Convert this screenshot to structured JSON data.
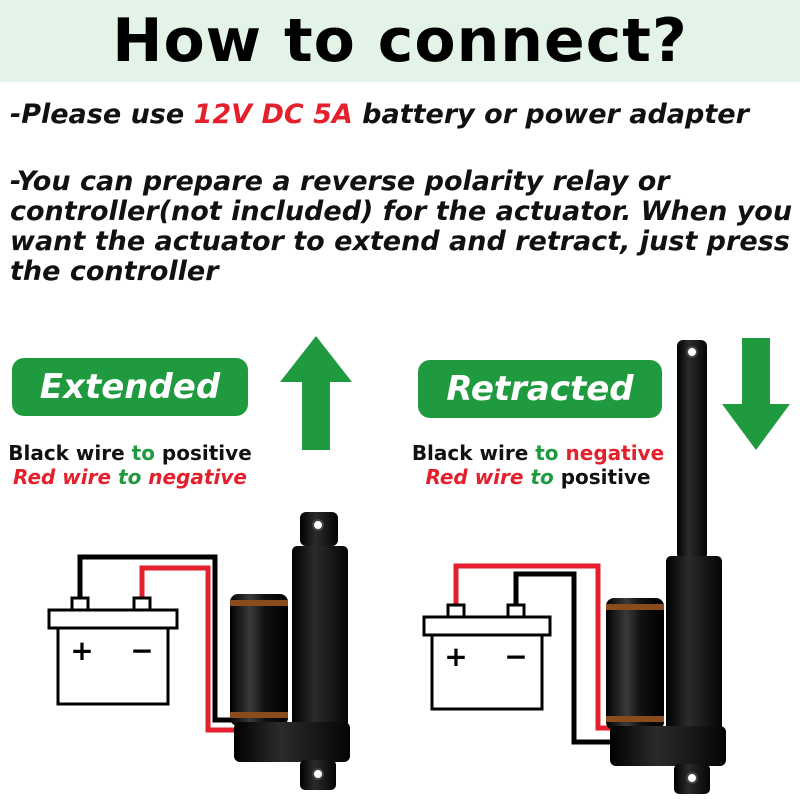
{
  "header": {
    "title": "How to connect?"
  },
  "instructions": {
    "line1_prefix": "-Please use ",
    "line1_highlight": "12V DC 5A",
    "line1_suffix": " battery or power adapter",
    "line2": "-You can prepare a reverse polarity relay or controller(not included) for the actuator. When you want the actuator to extend and retract, just press the controller"
  },
  "extended": {
    "label": "Extended",
    "arrow_icon": "arrow-up-icon",
    "wire1": {
      "a": "Black wire ",
      "b": "to",
      "c": " positive"
    },
    "wire2": {
      "a": "Red wire ",
      "b": "to",
      "c": " negative"
    },
    "battery_plus": "+",
    "battery_minus": "−"
  },
  "retracted": {
    "label": "Retracted",
    "arrow_icon": "arrow-down-icon",
    "wire1": {
      "a": "Black wire ",
      "b": "to",
      "c": " negative"
    },
    "wire2": {
      "a": "Red wire ",
      "b": "to",
      "c": " positive"
    },
    "battery_plus": "+",
    "battery_minus": "−"
  },
  "colors": {
    "accent_green": "#1f9a3f",
    "highlight_red": "#e3202b",
    "header_bg": "#e3f3e8",
    "wire_red": "#e3202b",
    "wire_black": "#000000"
  }
}
